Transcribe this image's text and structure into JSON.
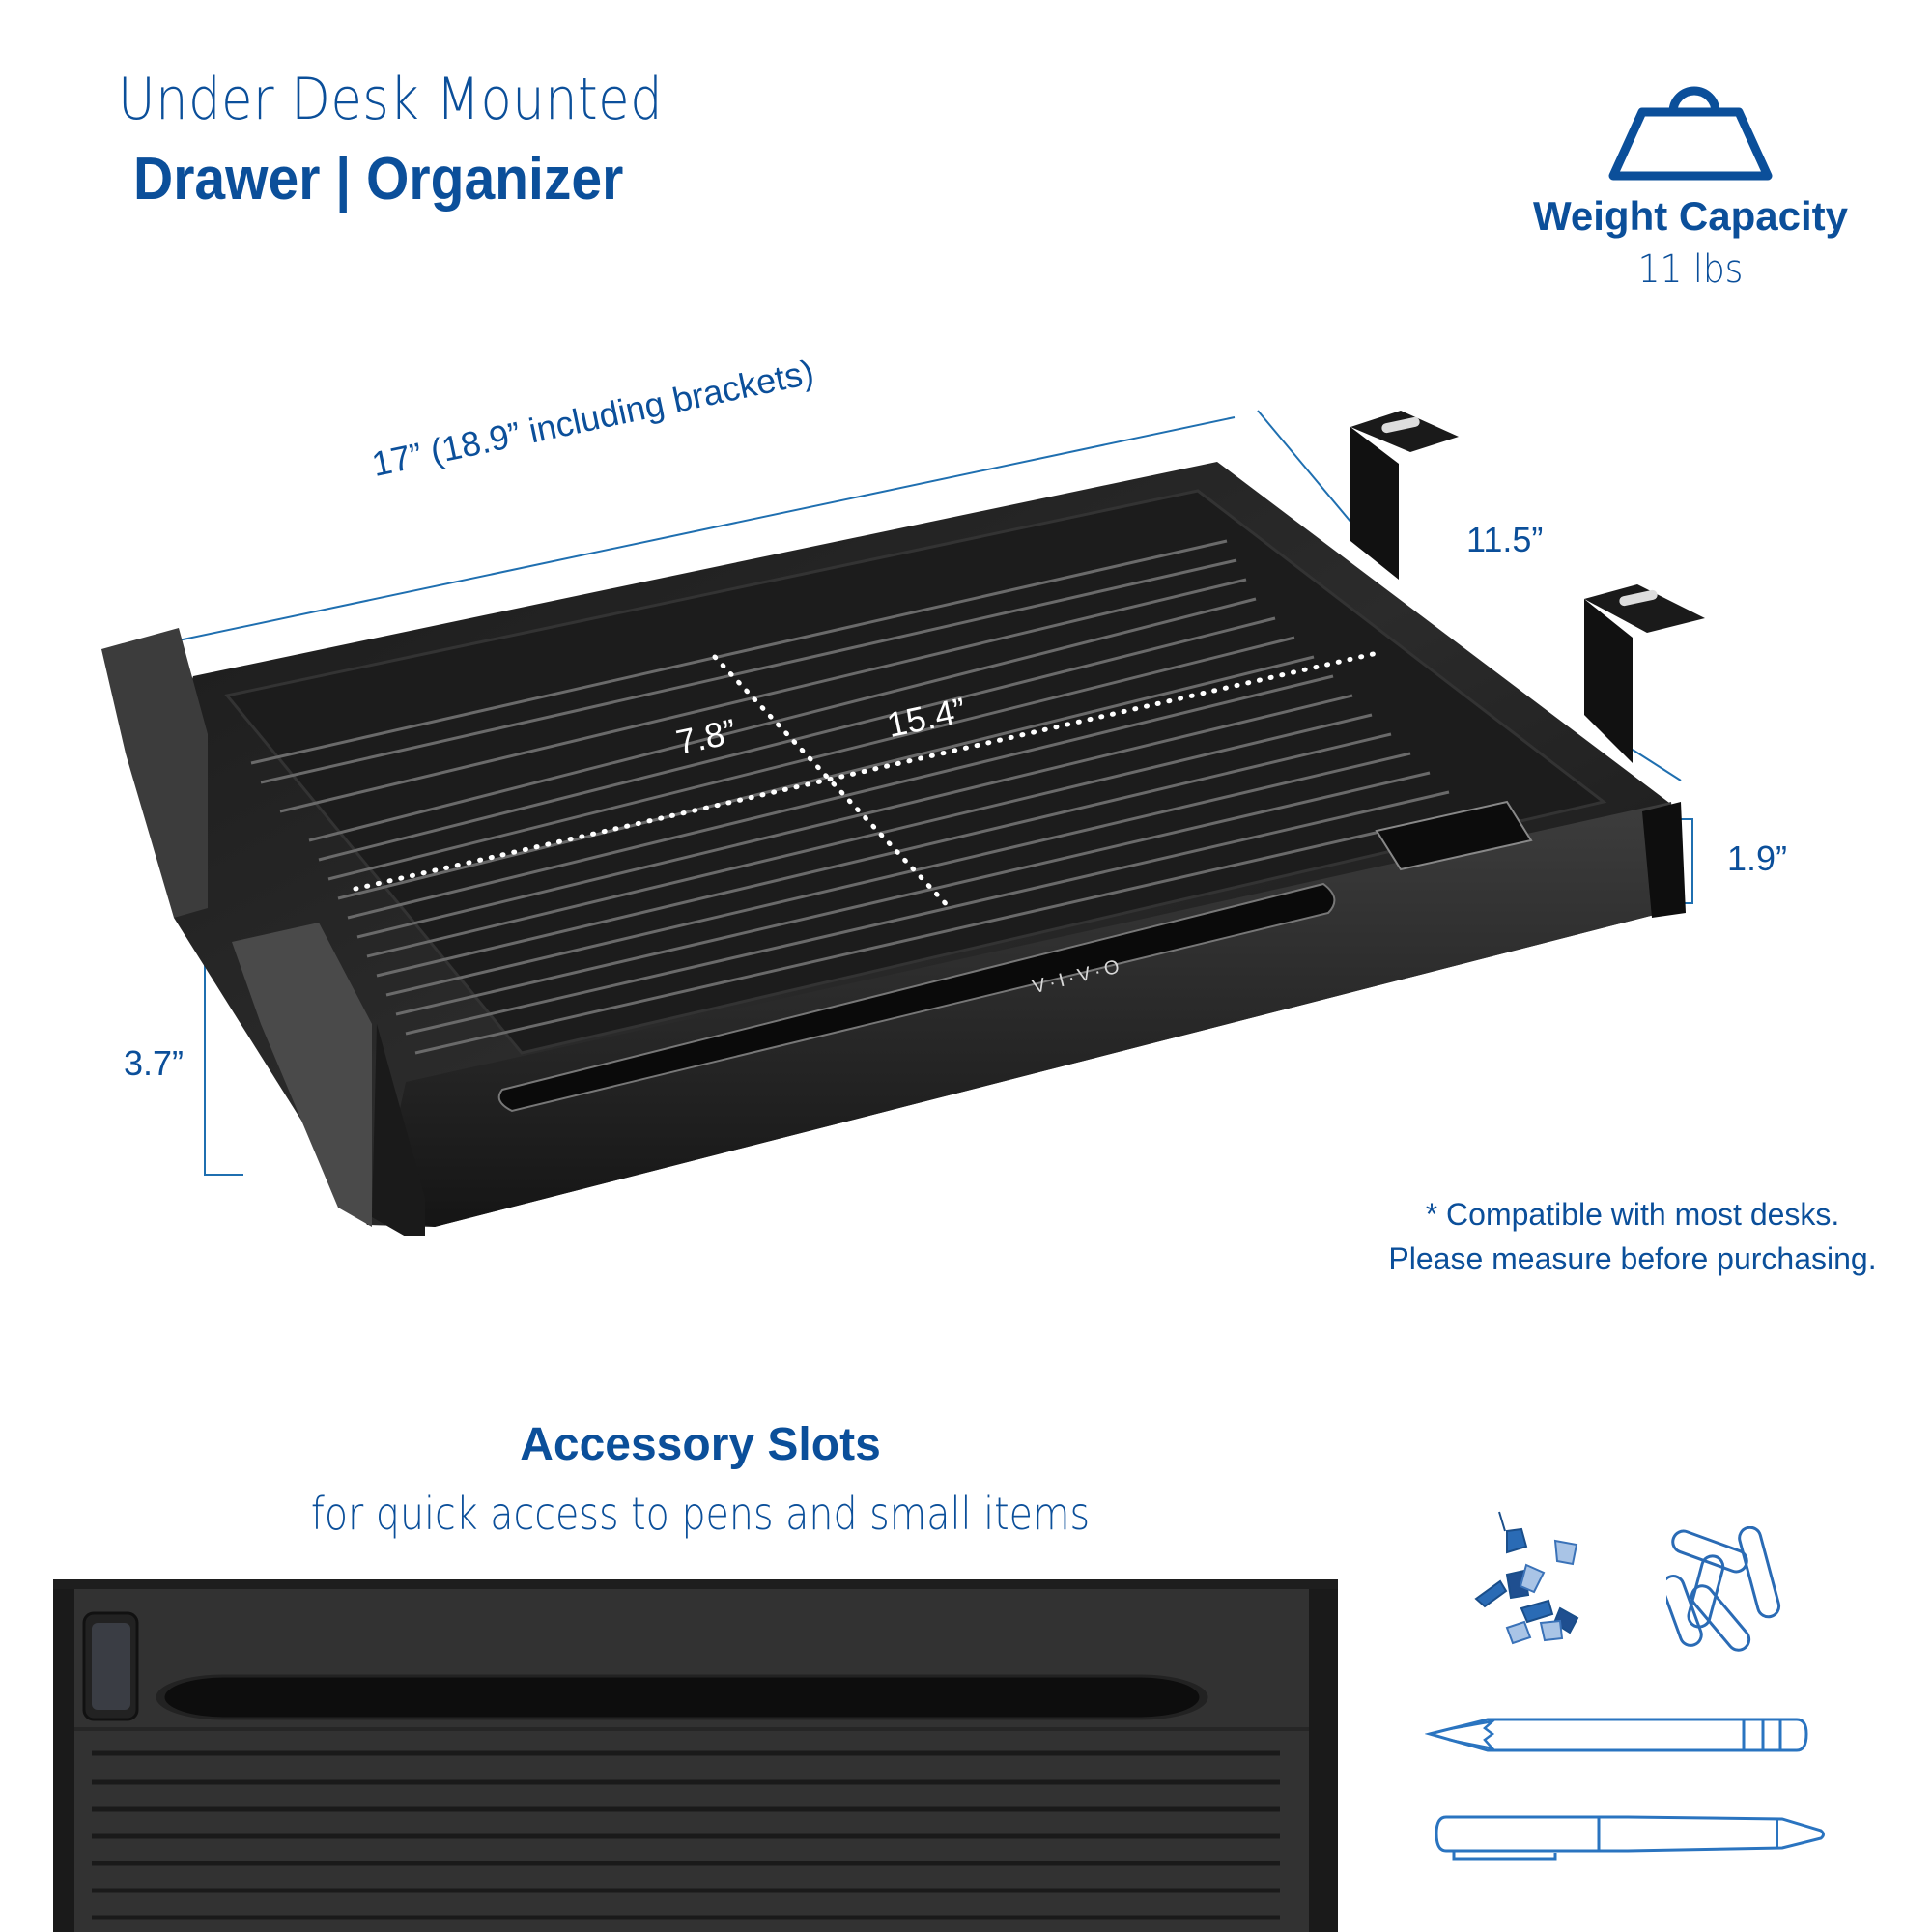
{
  "header": {
    "title_line1": "Under Desk Mounted",
    "title_line2": "Drawer | Organizer"
  },
  "weight_capacity": {
    "icon": "weight-icon",
    "label": "Weight Capacity",
    "value": "11 lbs"
  },
  "dimensions": {
    "width": "17” (18.9” including brackets)",
    "depth": "11.5”",
    "height_front": "1.9”",
    "height_bracket": "3.7”",
    "inner_width": "15.4”",
    "inner_depth": "7.8”"
  },
  "product": {
    "logo": "V·I·V·O",
    "note_line1": "* Compatible with most desks.",
    "note_line2": "Please measure before purchasing."
  },
  "accessory": {
    "title": "Accessory Slots",
    "subtitle": "for quick access to pens and small items",
    "icons": [
      "push-pins-icon",
      "paper-clips-icon",
      "pencil-icon",
      "pen-icon"
    ]
  },
  "colors": {
    "brand_blue": "#0b4f9a",
    "line_blue": "#1f6fb0",
    "icon_blue": "#2a74c0",
    "drawer_black": "#121212",
    "drawer_gray": "#3a3a3a"
  }
}
